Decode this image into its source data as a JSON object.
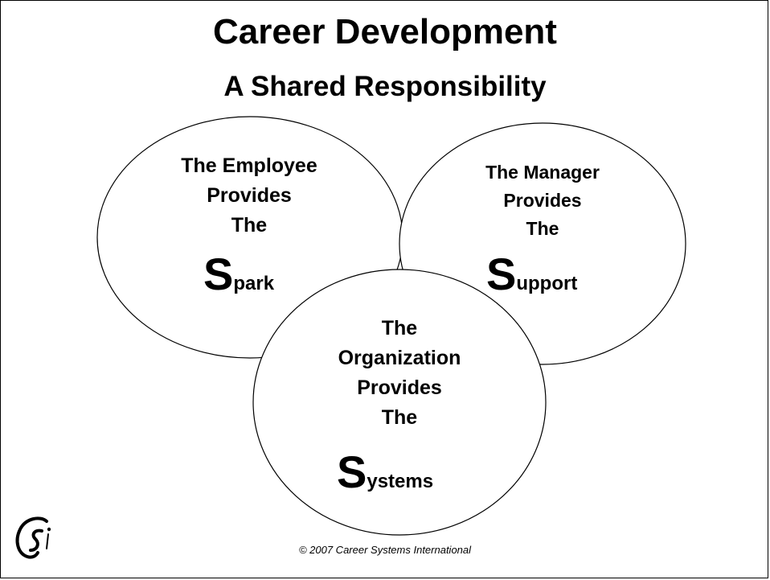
{
  "slide": {
    "title": "Career Development",
    "subtitle": "A Shared Responsibility",
    "footer": "© 2007 Career Systems International",
    "logo": "csi-logo"
  },
  "circles": {
    "employee": {
      "lines": [
        "The Employee",
        "Provides",
        "The"
      ],
      "initial": "S",
      "rest": "park"
    },
    "manager": {
      "lines": [
        "The Manager",
        "Provides",
        "The"
      ],
      "initial": "S",
      "rest": "upport"
    },
    "organization": {
      "lines": [
        "The",
        "Organization",
        "Provides",
        "The"
      ],
      "initial": "S",
      "rest": "ystems"
    }
  },
  "colors": {
    "outline": "#000000",
    "fill": "#ffffff",
    "text": "#000000"
  }
}
